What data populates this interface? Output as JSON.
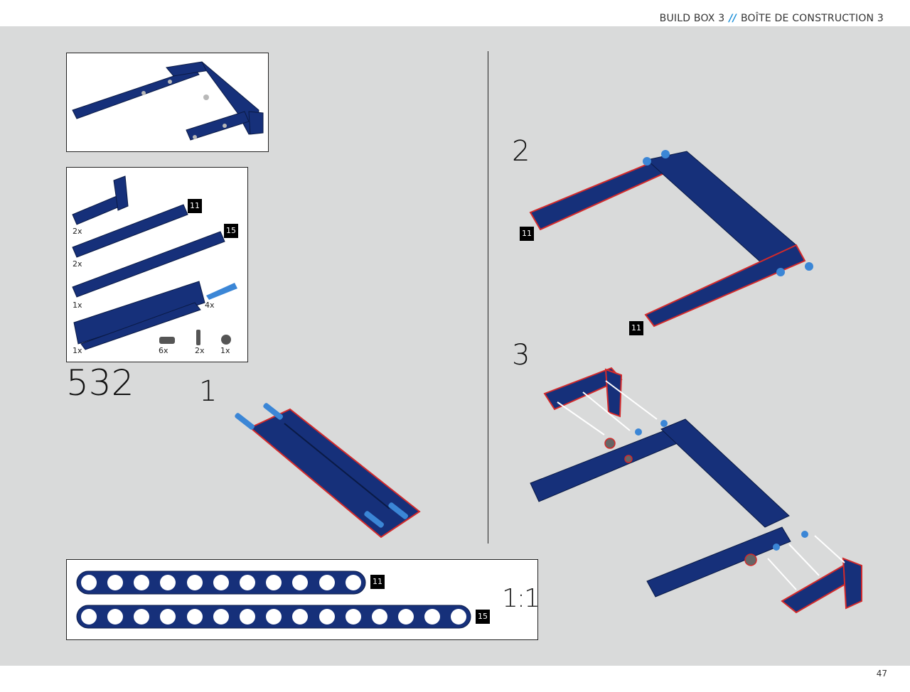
{
  "header": {
    "part1": "BUILD BOX 3",
    "separator": "//",
    "part2": "BOÎTE DE CONSTRUCTION 3"
  },
  "page_number": "47",
  "big_step": "532",
  "steps": {
    "s1": "1",
    "s2": "2",
    "s3": "3"
  },
  "parts_list": {
    "badge_11": "11",
    "badge_15": "15",
    "q1": "2x",
    "q2": "2x",
    "q3": "1x",
    "q4": "4x",
    "q5": "1x",
    "q6": "6x",
    "q7": "2x",
    "q8": "1x"
  },
  "callouts": {
    "step2_a": "11",
    "step2_b": "11"
  },
  "scale": {
    "label": "1:1",
    "badge_11": "11",
    "badge_15": "15"
  },
  "colors": {
    "beam": "#16307a",
    "beam_dark": "#0e2258",
    "pin_blue": "#3b86d6",
    "highlight": "#d42a2a"
  }
}
